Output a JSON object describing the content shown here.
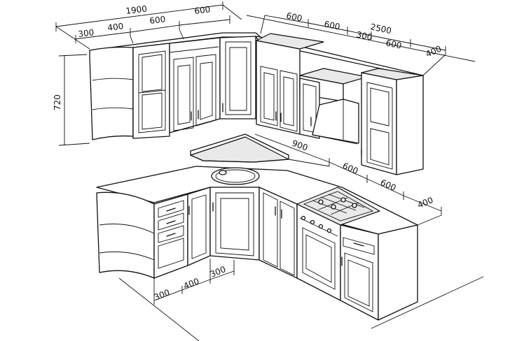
{
  "dimensions": {
    "upper_total_left": "1900",
    "upper_left_corner_shelf": "300",
    "upper_left_glass": "400",
    "upper_left_600_a": "600",
    "upper_left_600_b": "600",
    "upper_right_600_a": "600",
    "upper_right_600_b": "600",
    "upper_total_right": "2500",
    "upper_right_300": "300",
    "upper_right_600_c": "600",
    "upper_right_400": "400",
    "height_720": "720",
    "lower_corner_900": "900",
    "lower_right_600_a": "600",
    "lower_right_600_b": "600",
    "lower_right_400": "400",
    "lower_left_300": "300",
    "lower_left_400": "400",
    "lower_left_300_b": "300"
  }
}
